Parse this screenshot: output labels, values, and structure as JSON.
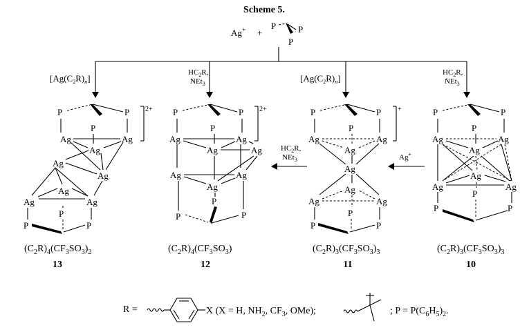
{
  "title": "Scheme 5.",
  "top_reagent": {
    "ag": "Ag",
    "ag_charge": "+",
    "plus": "+"
  },
  "atoms": {
    "ag": "Ag",
    "p": "P"
  },
  "arrow_labels": {
    "ag_alkynyl_1": "[Ag(C2R)n]",
    "ag_alkynyl_2": "[Ag(C2R)n]",
    "alkyne_base_1": [
      "HC2R,",
      "NEt3"
    ],
    "alkyne_base_2": [
      "HC2R,",
      "NEt3"
    ],
    "alkyne_base_3": [
      "HC2R,",
      "NEt3"
    ],
    "ag_plus": "Ag+"
  },
  "charges": {
    "c13": "2+",
    "c12": "2+",
    "c11": "+"
  },
  "compounds": [
    {
      "number": "13",
      "formula": "(C2R)4(CF3SO3)2"
    },
    {
      "number": "12",
      "formula": "(C2R)4(CF3SO3)"
    },
    {
      "number": "11",
      "formula": "(C2R)3(CF3SO3)3"
    },
    {
      "number": "10",
      "formula": "(C2R)3(CF3SO3)3"
    }
  ],
  "footer": {
    "r_eq": "R =",
    "x_text": "X (X = H, NH2, CF3, OMe);",
    "p_def": "; P = P(C6H5)2."
  }
}
